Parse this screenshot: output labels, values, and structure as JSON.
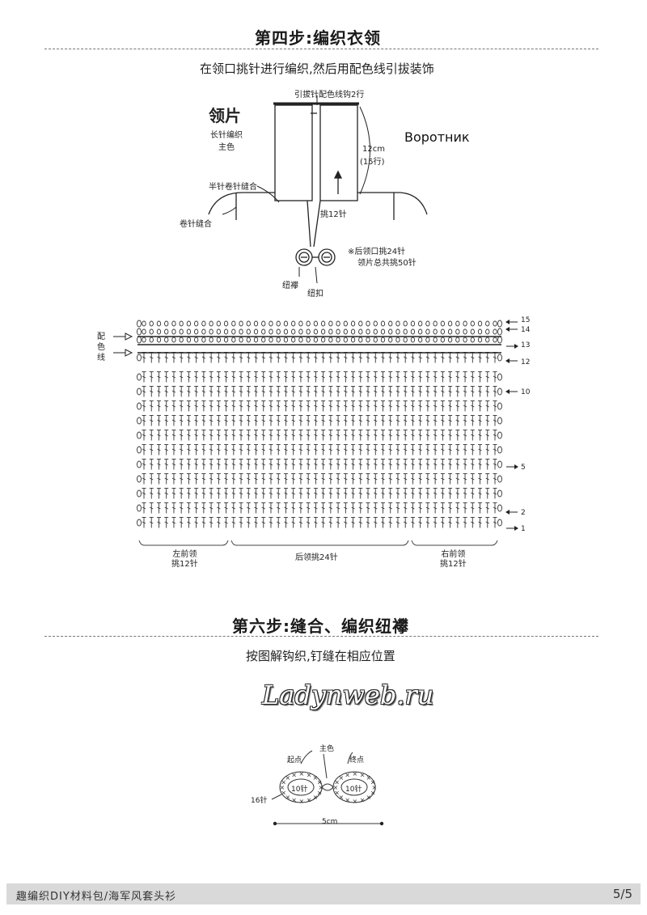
{
  "step4": {
    "title": "第四步:编织衣领",
    "subtitle": "在领口挑针进行编织,然后用配色线引拔装饰"
  },
  "collar_diagram": {
    "top_label": "引拔针配色线钩2行",
    "piece_title": "领片",
    "stitch_label": "长针编织",
    "color_label": "主色",
    "height_label": "12cm",
    "rows_label": "(15行)",
    "russian_label": "Воротник",
    "seam_half": "半针卷针缝合",
    "seam_whip": "卷针缝合",
    "pickup": "挑12针",
    "note_line1": "※后领口挑24针",
    "note_line2": "领片总共挑50针",
    "button_loop": "纽襻",
    "button": "纽扣"
  },
  "chart": {
    "contrast_label": [
      "配",
      "色",
      "线"
    ],
    "row_labels": [
      "15",
      "14",
      "13",
      "12",
      "10",
      "5",
      "2",
      "1"
    ],
    "left_front": [
      "左前领",
      "挑12针"
    ],
    "back": "后领挑24针",
    "right_front": [
      "右前领",
      "挑12针"
    ]
  },
  "step6": {
    "title": "第六步:缝合、编织纽襻",
    "subtitle": "按图解钩织,钉缝在相应位置"
  },
  "watermark": "Ladynweb.ru",
  "loop_diagram": {
    "main_color": "主色",
    "start": "起点",
    "end": "终点",
    "inner_left": "10针",
    "inner_right": "10针",
    "stitches": "16针",
    "length": "5cm"
  },
  "footer": {
    "text": "趣编织DIY材料包/海军风套头衫",
    "page": "5/5"
  }
}
